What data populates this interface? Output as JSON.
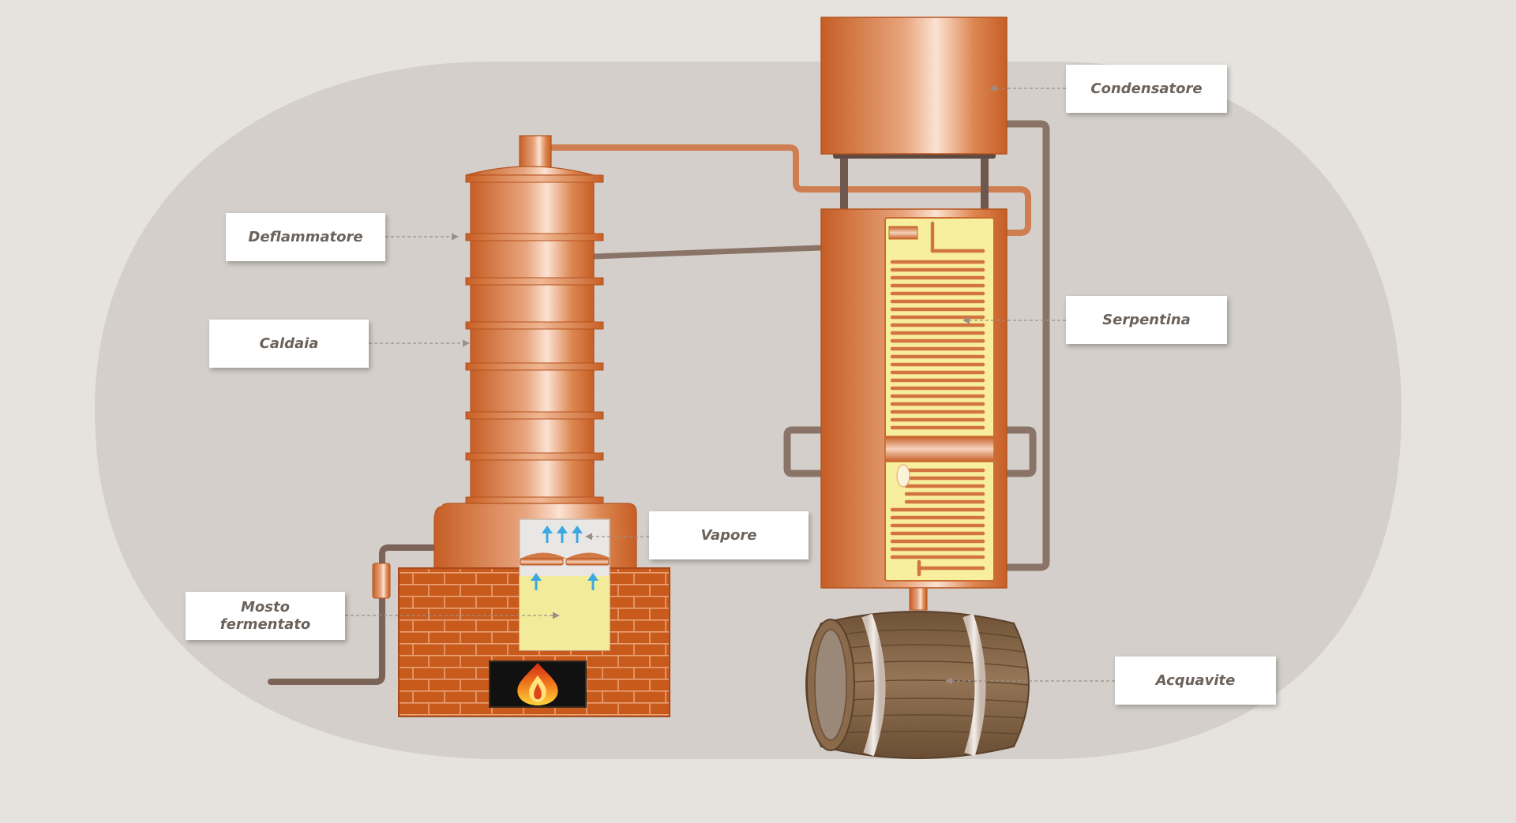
{
  "labels": {
    "condensatore": "Condensatore",
    "deflammatore": "Deflammatore",
    "caldaia": "Caldaia",
    "serpentina": "Serpentina",
    "vapore": "Vapore",
    "mosto": "Mosto\nfermentato",
    "acquavite": "Acquavite"
  },
  "colors": {
    "background": "#e6e2de",
    "ellipse": "#d4cfca",
    "copper": "#d4733a",
    "copper_highlight": "#f7d6bf",
    "pipe": "#8a7468",
    "brick": "#c85a1c",
    "mortar": "#e9a075",
    "coil_chamber": "#f7ee9e",
    "liquid": "#f2ec9a",
    "vapor_arrow": "#3aa8e2",
    "wood": "#87684a",
    "label_text": "#6b625c"
  },
  "icons": {
    "fire": "fire-icon",
    "vapor": "arrow-up-icon"
  }
}
